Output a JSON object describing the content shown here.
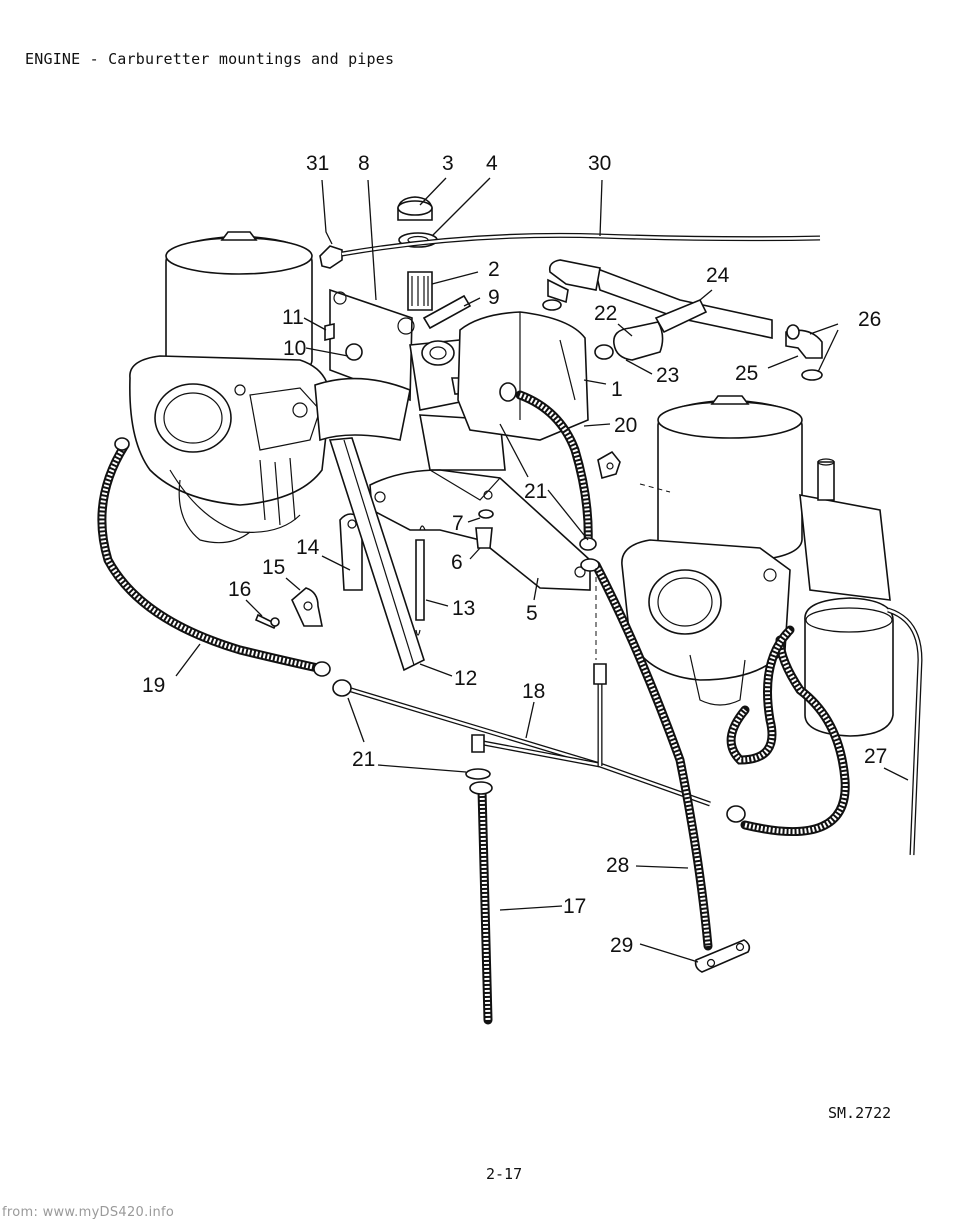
{
  "header": {
    "title": "ENGINE - Carburetter mountings and pipes"
  },
  "reference": "SM.2722",
  "page_number": "2-17",
  "source_footer": "from: www.myDS420.info",
  "callouts": [
    "31",
    "8",
    "3",
    "4",
    "30",
    "2",
    "9",
    "24",
    "11",
    "22",
    "26",
    "10",
    "23",
    "25",
    "1",
    "20",
    "21",
    "7",
    "6",
    "14",
    "15",
    "16",
    "13",
    "5",
    "12",
    "19",
    "18",
    "21",
    "27",
    "28",
    "17",
    "29"
  ]
}
